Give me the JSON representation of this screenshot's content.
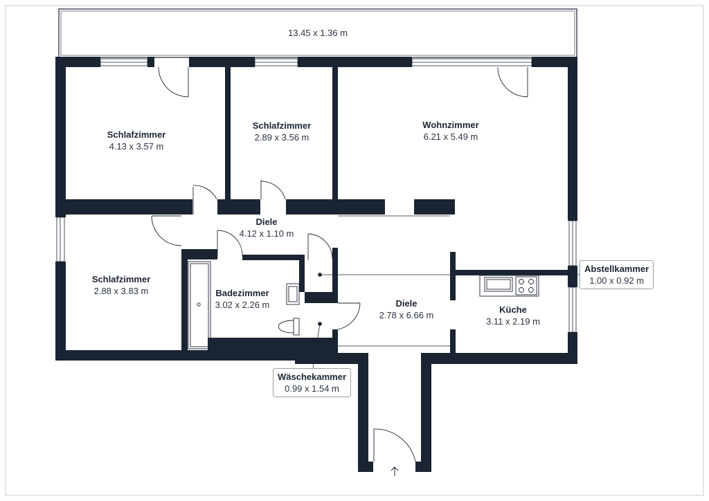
{
  "colors": {
    "wall": "#1b2433",
    "line": "#1b2433",
    "glass": "#9aa0a6",
    "background": "#ffffff"
  },
  "balcony": {
    "dimensions": "13.45 x 1.36 m"
  },
  "rooms": {
    "schlafzimmer_1": {
      "name": "Schlafzimmer",
      "dimensions": "4.13 x 3.57 m"
    },
    "schlafzimmer_2": {
      "name": "Schlafzimmer",
      "dimensions": "2.89 x 3.56 m"
    },
    "wohnzimmer": {
      "name": "Wohnzimmer",
      "dimensions": "6.21 x 5.49 m"
    },
    "diele_1": {
      "name": "Diele",
      "dimensions": "4.12 x 1.10 m"
    },
    "schlafzimmer_3": {
      "name": "Schlafzimmer",
      "dimensions": "2.88 x 3.83 m"
    },
    "badezimmer": {
      "name": "Badezimmer",
      "dimensions": "3.02 x 2.26 m"
    },
    "diele_2": {
      "name": "Diele",
      "dimensions": "2.78 x 6.66 m"
    },
    "kueche": {
      "name": "Küche",
      "dimensions": "3.11 x 2.19 m"
    },
    "abstellkammer": {
      "name": "Abstellkammer",
      "dimensions": "1.00 x 0.92 m"
    },
    "waeschekammer": {
      "name": "Wäschekammer",
      "dimensions": "0.99 x 1.54 m"
    }
  },
  "icons": {
    "entrance": "entrance-arrow-icon",
    "stove": "stove-icon",
    "sink": "sink-icon",
    "toilet": "toilet-icon",
    "bathtub": "bathtub-icon"
  }
}
